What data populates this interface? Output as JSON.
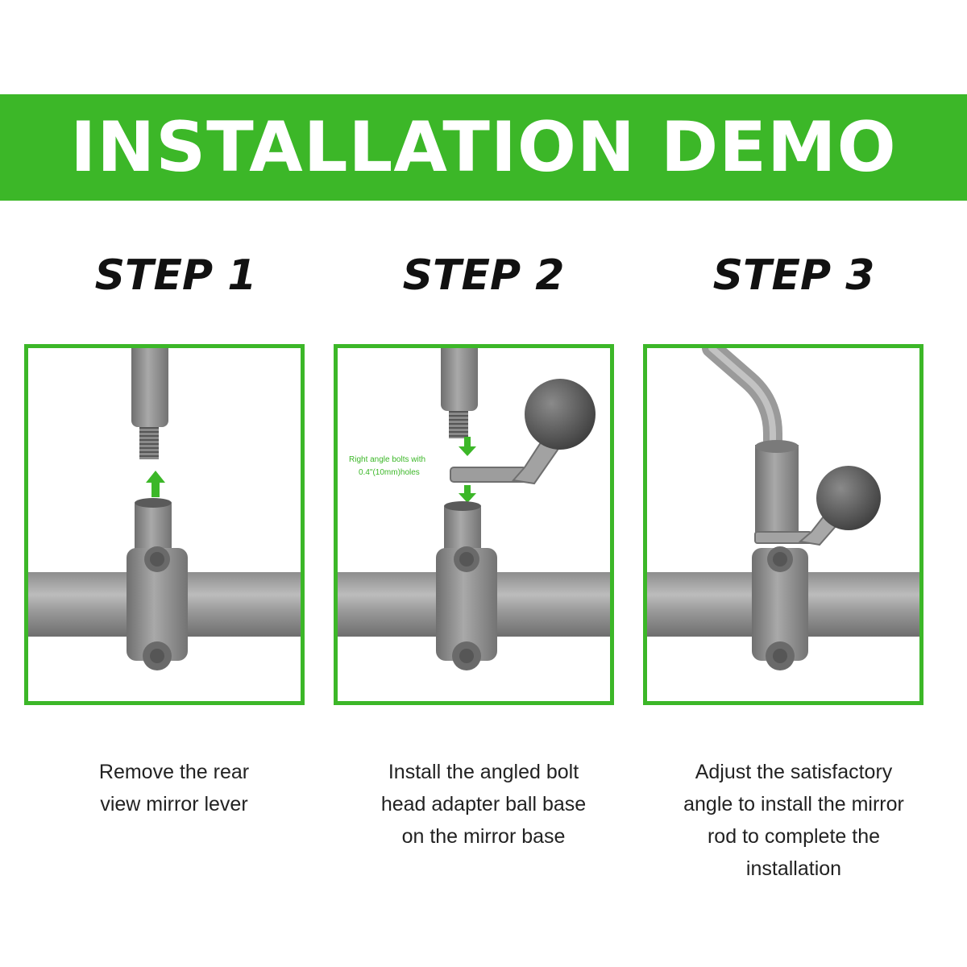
{
  "banner": {
    "title": "INSTALLATION DEMO",
    "color": "#3cb728"
  },
  "accent_color": "#3cb728",
  "steps": [
    {
      "heading": "STEP 1",
      "caption": [
        "Remove the rear",
        "view mirror lever"
      ]
    },
    {
      "heading": "STEP 2",
      "caption": [
        "Install the angled bolt",
        "head adapter ball base",
        "on the mirror base"
      ],
      "annotation": [
        "Right angle bolts with",
        "0.4\"(10mm)holes"
      ]
    },
    {
      "heading": "STEP 3",
      "caption": [
        "Adjust the satisfactory",
        "angle to install the mirror",
        "rod to complete the",
        "installation"
      ]
    }
  ],
  "icons": [
    "arrow-up-icon",
    "arrow-down-icon",
    "handlebar-illustration",
    "ball-mount-illustration",
    "mirror-rod-illustration"
  ]
}
